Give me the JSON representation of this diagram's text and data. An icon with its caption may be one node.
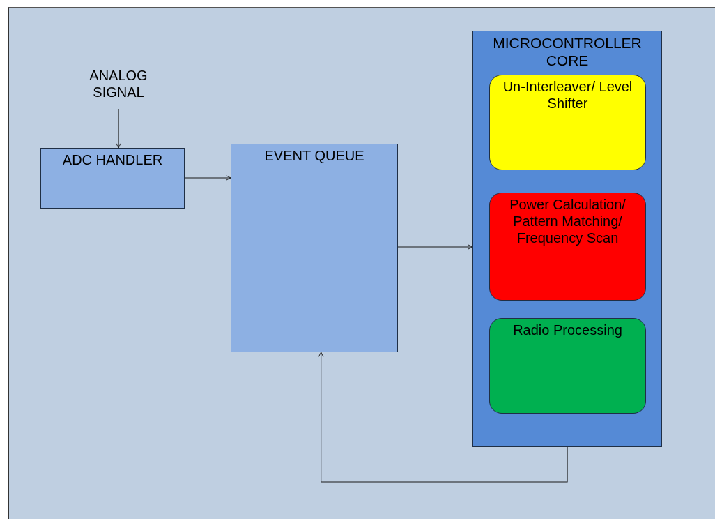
{
  "diagram": {
    "nodes": [
      {
        "text": [
          "ANALOG SIGNAL"
        ]
      },
      {
        "text": [
          "ADC HANDLER"
        ]
      },
      {
        "text": [
          "EVENT QUEUE"
        ]
      },
      {
        "text": [
          "MICROCONTROLLER CORE"
        ]
      },
      {
        "text": [
          "Un-Interleaver/ Level Shifter"
        ],
        "in": 3
      },
      {
        "text": [
          "Power Calculation/ Pattern Matching/ Frequency Scan"
        ],
        "in": 3
      },
      {
        "text": [
          "Radio Processing"
        ],
        "in": 3
      }
    ],
    "edges": [
      {
        "from": 0,
        "to": 1,
        "arrow": "to"
      },
      {
        "from": 1,
        "to": 2,
        "arrow": "to"
      },
      {
        "from": 2,
        "to": 3,
        "arrow": "to"
      },
      {
        "from": 3,
        "to": 2,
        "arrow": "to"
      }
    ]
  }
}
